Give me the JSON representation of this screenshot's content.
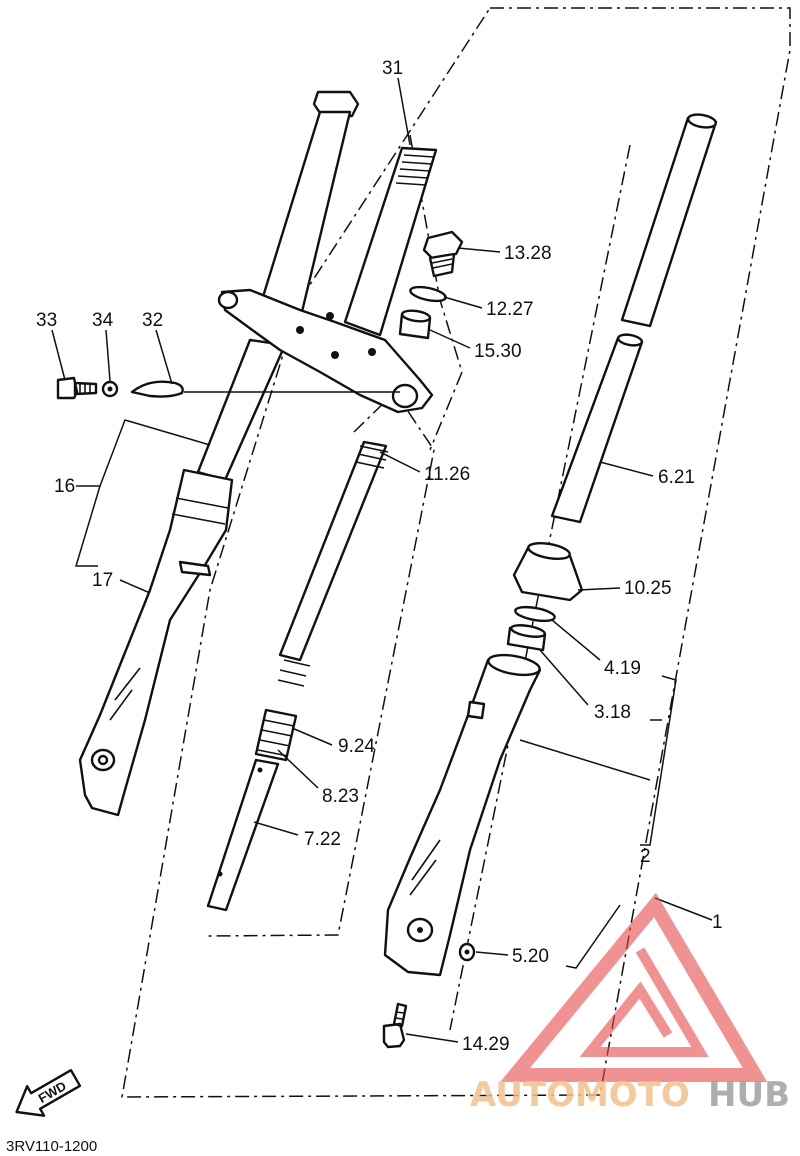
{
  "diagram": {
    "callouts": [
      {
        "id": "c31",
        "text": "31"
      },
      {
        "id": "c1328",
        "text": "13.28"
      },
      {
        "id": "c1227",
        "text": "12.27"
      },
      {
        "id": "c1530",
        "text": "15.30"
      },
      {
        "id": "c33",
        "text": "33"
      },
      {
        "id": "c34",
        "text": "34"
      },
      {
        "id": "c32",
        "text": "32"
      },
      {
        "id": "c1126",
        "text": "11.26"
      },
      {
        "id": "c621",
        "text": "6.21"
      },
      {
        "id": "c16",
        "text": "16"
      },
      {
        "id": "c17",
        "text": "17"
      },
      {
        "id": "c1025",
        "text": "10.25"
      },
      {
        "id": "c419",
        "text": "4.19"
      },
      {
        "id": "c318",
        "text": "3.18"
      },
      {
        "id": "c924",
        "text": "9.24"
      },
      {
        "id": "c823",
        "text": "8.23"
      },
      {
        "id": "c722",
        "text": "7.22"
      },
      {
        "id": "c2",
        "text": "2"
      },
      {
        "id": "c1",
        "text": "1"
      },
      {
        "id": "c520",
        "text": "5.20"
      },
      {
        "id": "c1429",
        "text": "14.29"
      }
    ],
    "direction_marker": "FWD",
    "diagram_code": "3RV110-1200"
  },
  "watermark": {
    "part1": "AUTOMOTO",
    "part2": "HUB",
    "colors": {
      "triangle": "#e84b4b",
      "text_primary": "#f3c08a",
      "text_secondary": "#9a9a9a"
    }
  }
}
